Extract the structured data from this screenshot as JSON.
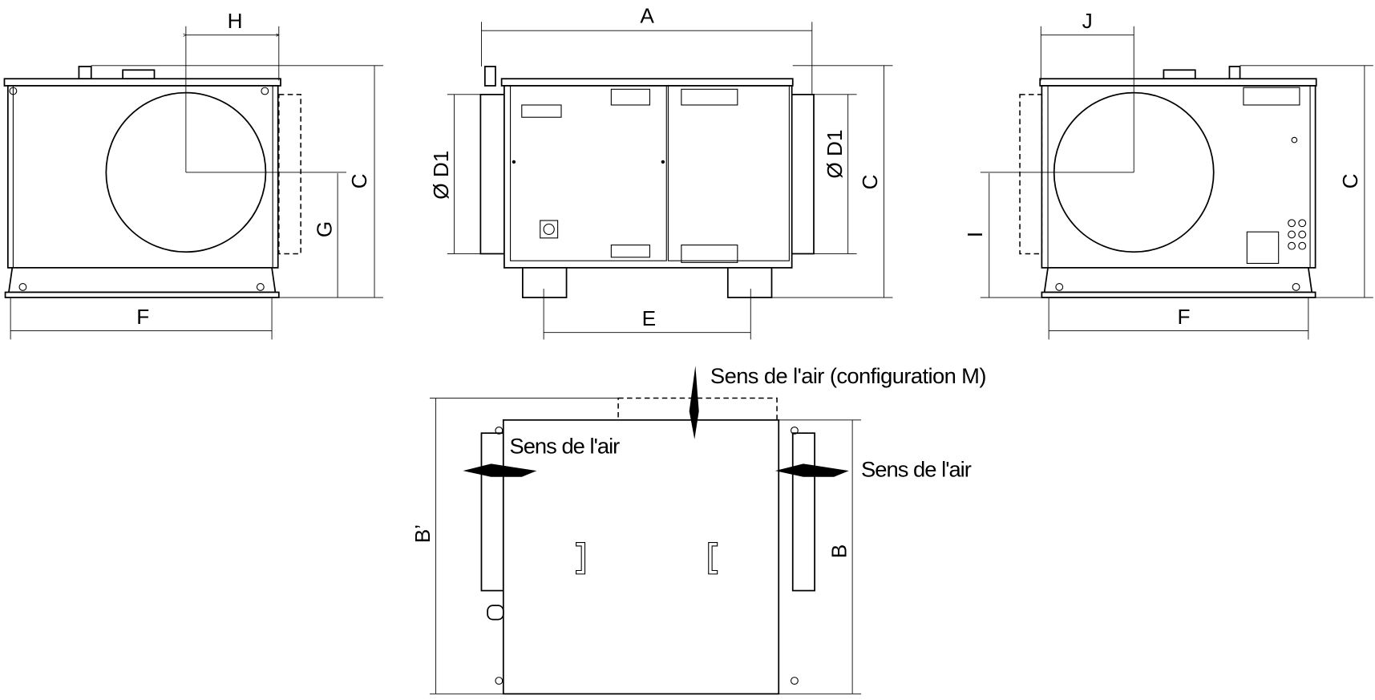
{
  "title": "Dimensional drawing",
  "views": {
    "left_view": {
      "H": "H",
      "C": "C",
      "G": "G",
      "F": "F"
    },
    "front_view": {
      "A": "A",
      "D1_left": "Ø D1",
      "D1_right": "Ø D1",
      "C": "C",
      "E": "E"
    },
    "right_view": {
      "J": "J",
      "C": "C",
      "I": "I",
      "F": "F"
    },
    "top_view": {
      "B_prime": "B’",
      "B": "B"
    }
  },
  "annotations": {
    "airflow_config_m": "Sens de l'air (configuration M)",
    "airflow_left": "Sens de l'air",
    "airflow_right": "Sens de l'air"
  },
  "colors": {
    "line": "#000000",
    "background": "#ffffff"
  }
}
